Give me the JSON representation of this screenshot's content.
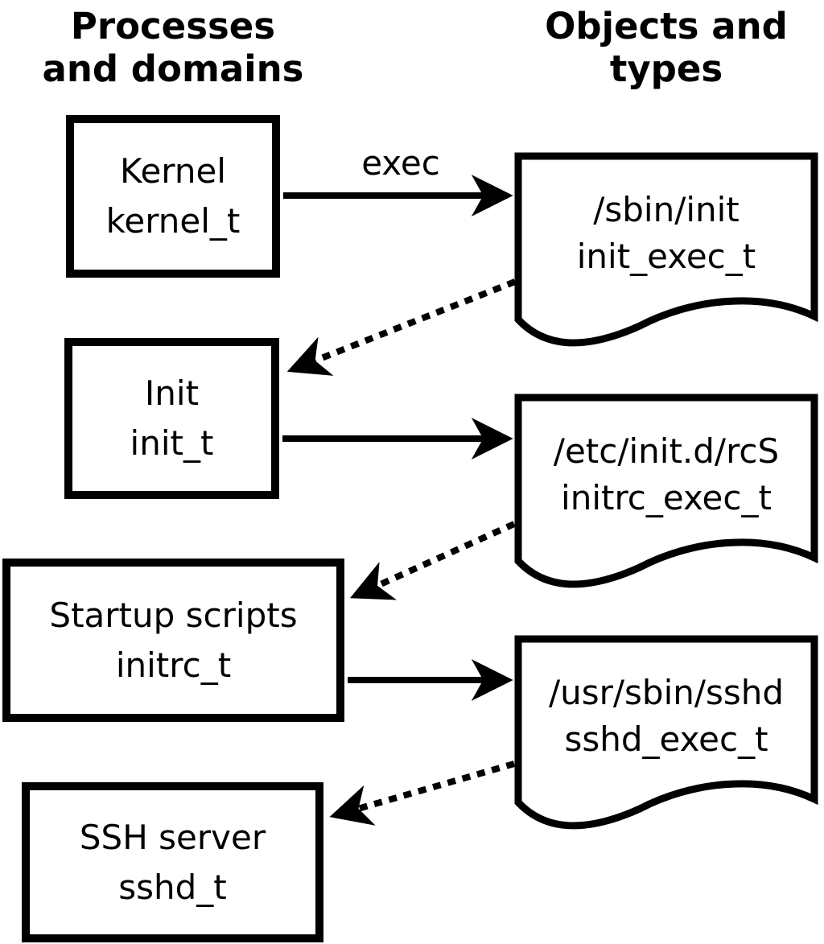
{
  "headers": {
    "left": {
      "line1": "Processes",
      "line2": "and domains"
    },
    "right": {
      "line1": "Objects and",
      "line2": "types"
    }
  },
  "processes": [
    {
      "line1": "Kernel",
      "line2": "kernel_t"
    },
    {
      "line1": "Init",
      "line2": "init_t"
    },
    {
      "line1": "Startup scripts",
      "line2": "initrc_t"
    },
    {
      "line1": "SSH server",
      "line2": "sshd_t"
    }
  ],
  "objects": [
    {
      "line1": "/sbin/init",
      "line2": "init_exec_t"
    },
    {
      "line1": "/etc/init.d/rcS",
      "line2": "initrc_exec_t"
    },
    {
      "line1": "/usr/sbin/sshd",
      "line2": "sshd_exec_t"
    }
  ],
  "labels": {
    "exec": "exec"
  },
  "arrows": [
    {
      "from": "kernel_t",
      "to": "init_exec_t",
      "style": "solid",
      "label": "exec"
    },
    {
      "from": "init_exec_t",
      "to": "init_t",
      "style": "dotted",
      "label": ""
    },
    {
      "from": "init_t",
      "to": "initrc_exec_t",
      "style": "solid",
      "label": ""
    },
    {
      "from": "initrc_exec_t",
      "to": "initrc_t",
      "style": "dotted",
      "label": ""
    },
    {
      "from": "initrc_t",
      "to": "sshd_exec_t",
      "style": "solid",
      "label": ""
    },
    {
      "from": "sshd_exec_t",
      "to": "sshd_t",
      "style": "dotted",
      "label": ""
    }
  ],
  "colors": {
    "line": "#000000",
    "background": "#ffffff",
    "text": "#000000"
  }
}
